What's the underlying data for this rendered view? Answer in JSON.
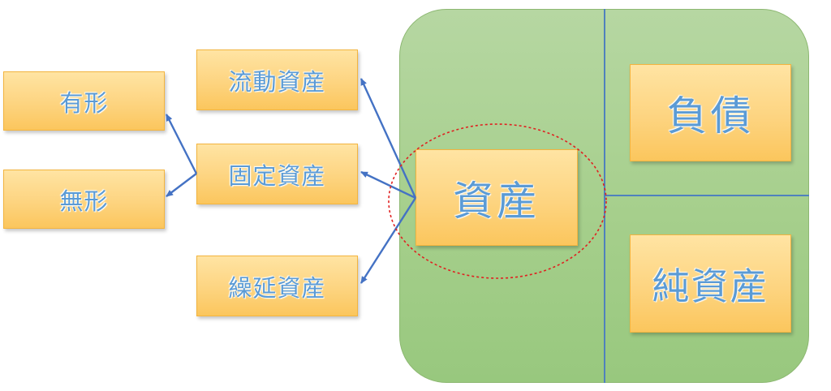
{
  "diagram": {
    "left_items": {
      "tangible": "有形",
      "intangible": "無形"
    },
    "middle_items": {
      "current_assets": "流動資産",
      "fixed_assets": "固定資産",
      "deferred_assets": "繰延資産"
    },
    "balance_sheet": {
      "assets": "資産",
      "liabilities": "負債",
      "net_assets": "純資産"
    },
    "colors": {
      "panel_green": "#a9d18e",
      "box_orange": "#fdd480",
      "text_blue": "#5b9bd5",
      "arrow_blue": "#4472c4",
      "highlight_red": "#e02020"
    }
  }
}
